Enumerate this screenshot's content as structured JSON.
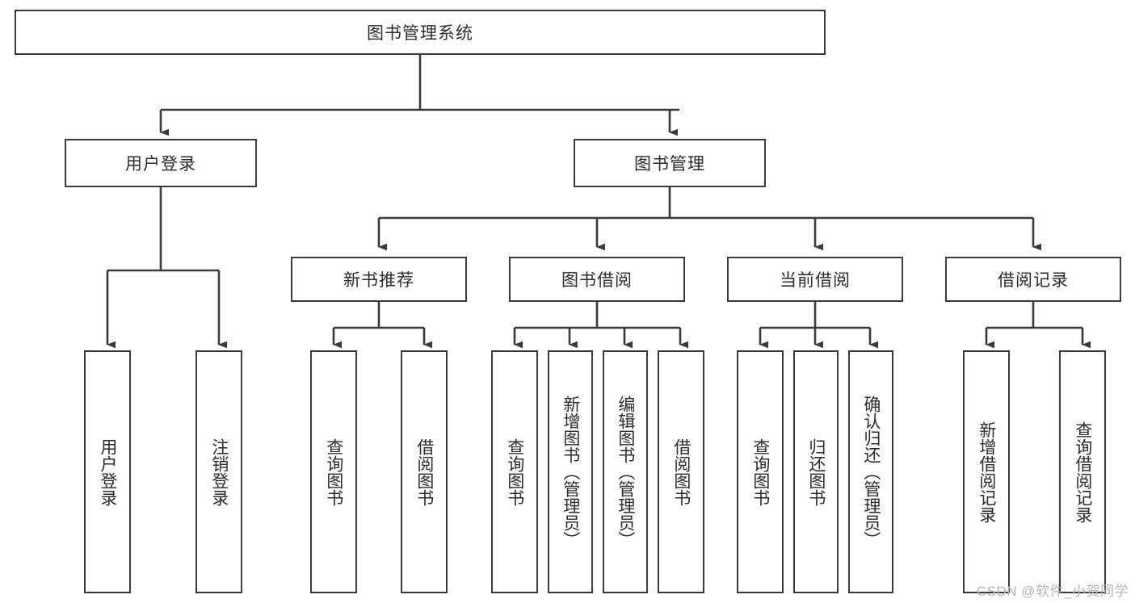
{
  "diagram": {
    "title": "图书管理系统",
    "type": "tree",
    "watermark": "CSDN @软件_小贺同学",
    "colors": {
      "box_border": "#3a3a3a",
      "box_fill": "#ffffff",
      "connector": "#3a3a3a",
      "text": "#2b2b2b",
      "watermark": "#b6b6b6",
      "background": "#ffffff"
    },
    "nodes": {
      "root": {
        "label": "图书管理系统",
        "orientation": "horizontal"
      },
      "level2": [
        {
          "label": "用户登录",
          "orientation": "horizontal"
        },
        {
          "label": "图书管理",
          "orientation": "horizontal"
        }
      ],
      "level3": [
        {
          "label": "新书推荐",
          "orientation": "horizontal"
        },
        {
          "label": "图书借阅",
          "orientation": "horizontal"
        },
        {
          "label": "当前借阅",
          "orientation": "horizontal"
        },
        {
          "label": "借阅记录",
          "orientation": "horizontal"
        }
      ],
      "leaves": [
        {
          "label": "用户登录",
          "orientation": "vertical",
          "parent": "用户登录"
        },
        {
          "label": "注销登录",
          "orientation": "vertical",
          "parent": "用户登录"
        },
        {
          "label": "查询图书",
          "orientation": "vertical",
          "parent": "新书推荐"
        },
        {
          "label": "借阅图书",
          "orientation": "vertical",
          "parent": "新书推荐"
        },
        {
          "label": "查询图书",
          "orientation": "vertical",
          "parent": "图书借阅"
        },
        {
          "label": "新增图书（管理员）",
          "orientation": "vertical",
          "parent": "图书借阅"
        },
        {
          "label": "编辑图书（管理员）",
          "orientation": "vertical",
          "parent": "图书借阅"
        },
        {
          "label": "借阅图书",
          "orientation": "vertical",
          "parent": "图书借阅"
        },
        {
          "label": "查询图书",
          "orientation": "vertical",
          "parent": "当前借阅"
        },
        {
          "label": "归还图书",
          "orientation": "vertical",
          "parent": "当前借阅"
        },
        {
          "label": "确认归还（管理员）",
          "orientation": "vertical",
          "parent": "当前借阅"
        },
        {
          "label": "新增借阅记录",
          "orientation": "vertical",
          "parent": "借阅记录"
        },
        {
          "label": "查询借阅记录",
          "orientation": "vertical",
          "parent": "借阅记录"
        }
      ]
    }
  }
}
